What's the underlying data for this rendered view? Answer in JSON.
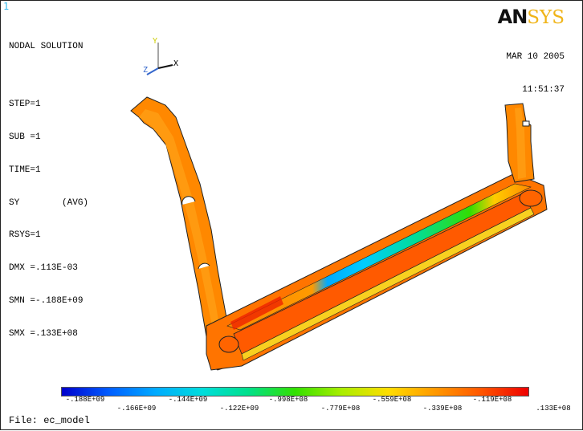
{
  "window_number": "1",
  "solution": {
    "title": "NODAL SOLUTION",
    "lines": [
      "STEP=1",
      "SUB =1",
      "TIME=1",
      "SY        (AVG)",
      "RSYS=1",
      "DMX =.113E-03",
      "SMN =-.188E+09",
      "SMX =.133E+08"
    ]
  },
  "logo": {
    "part1": "AN",
    "part2": "SYS"
  },
  "datetime": {
    "date": "MAR 10 2005",
    "time": "11:51:37"
  },
  "triad": {
    "y_label": "Y",
    "x_label": "X",
    "z_label": "Z"
  },
  "legend": {
    "colors": [
      "#0000cc",
      "#005cff",
      "#00aaff",
      "#00dddd",
      "#00e08a",
      "#33e000",
      "#aaee00",
      "#ffdd00",
      "#ff9900",
      "#ff5500",
      "#ee0000"
    ],
    "upper_labels": [
      "-.188E+09",
      "-.144E+09",
      "-.998E+08",
      "-.559E+08",
      "-.119E+08"
    ],
    "lower_labels": [
      "-.166E+09",
      "-.122E+09",
      "-.779E+08",
      "-.339E+08",
      ".133E+08"
    ]
  },
  "footer": {
    "file_label": "File: ec_model"
  }
}
